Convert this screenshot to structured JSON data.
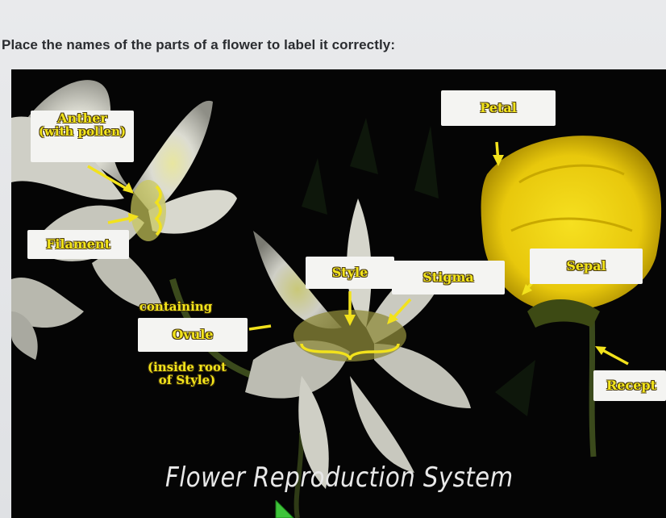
{
  "instruction": "Place the names of the parts of a flower to label it correctly:",
  "labels": {
    "anther": "Anther",
    "anther_sub": "(with pollen)",
    "filament": "Filament",
    "style": "Style",
    "stigma": "Stigma",
    "petal": "Petal",
    "sepal": "Sepal",
    "ovule": "Ovule",
    "receptacle": "Recept"
  },
  "annotations": {
    "containing": "containing",
    "inside_root_1": "(inside root",
    "inside_root_2": "of Style)"
  },
  "caption": "Flower Reproduction System",
  "colors": {
    "label_text": "#f3e51b",
    "label_box": "#f4f4f2",
    "background": "#050505",
    "arrow": "#f2e21c"
  }
}
